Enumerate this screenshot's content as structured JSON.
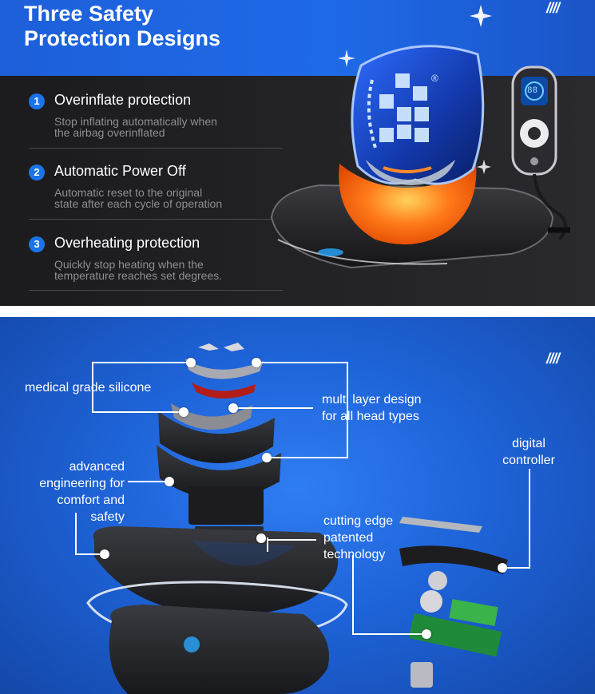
{
  "safety": {
    "title_line1": "Three Safety",
    "title_line2": "Protection Designs",
    "decor_mark": "////",
    "features": [
      {
        "number": "1",
        "title": "Overinflate protection",
        "desc_line1": "Stop inflating automatically when",
        "desc_line2": "the airbag overinflated"
      },
      {
        "number": "2",
        "title": "Automatic Power Off",
        "desc_line1": "Automatic reset to the original",
        "desc_line2": "state after each cycle of operation"
      },
      {
        "number": "3",
        "title": "Overheating protection",
        "desc_line1": "Quickly stop heating when the",
        "desc_line2": "temperature reaches set degrees."
      }
    ],
    "controller_display": "88"
  },
  "exploded": {
    "decor_mark": "////",
    "labels": {
      "silicone": "medical grade silicone",
      "multilayer_1": "multi layer design",
      "multilayer_2": "for all head types",
      "advanced_1": "advanced",
      "advanced_2": "engineering for",
      "advanced_3": "comfort and safety",
      "digital_1": "digital",
      "digital_2": "controller",
      "cutting_1": "cutting edge",
      "cutting_2": "patented",
      "cutting_3": "technology"
    }
  },
  "colors": {
    "brand_blue": "#1a73e8",
    "heat_orange": "#ff7a1a",
    "dark_bg": "#1f1f22"
  }
}
